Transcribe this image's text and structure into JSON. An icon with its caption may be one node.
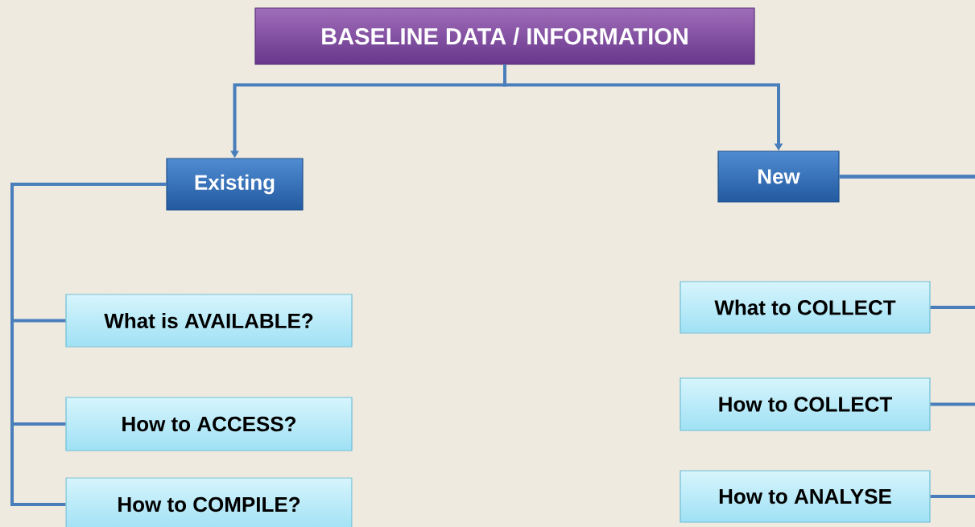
{
  "diagram": {
    "nodes": [
      {
        "text": [
          "BASELINE DATA / INFORMATION"
        ]
      },
      {
        "text": [
          "Existing"
        ]
      },
      {
        "text": [
          "New"
        ]
      },
      {
        "text": [
          "What is AVAILABLE?"
        ]
      },
      {
        "text": [
          "How to ACCESS?"
        ]
      },
      {
        "text": [
          "How to COMPILE?"
        ]
      },
      {
        "text": [
          "What to COLLECT"
        ]
      },
      {
        "text": [
          "How to COLLECT"
        ]
      },
      {
        "text": [
          "How to ANALYSE"
        ]
      }
    ],
    "edges": [
      {
        "from": 0,
        "to": 1,
        "arrow": "to"
      },
      {
        "from": 0,
        "to": 2,
        "arrow": "to"
      },
      {
        "from": 1,
        "to": 3,
        "arrow": "none"
      },
      {
        "from": 1,
        "to": 4,
        "arrow": "none"
      },
      {
        "from": 1,
        "to": 5,
        "arrow": "none"
      },
      {
        "from": 2,
        "to": 6,
        "arrow": "none"
      },
      {
        "from": 2,
        "to": 7,
        "arrow": "none"
      },
      {
        "from": 2,
        "to": 8,
        "arrow": "none"
      }
    ]
  }
}
